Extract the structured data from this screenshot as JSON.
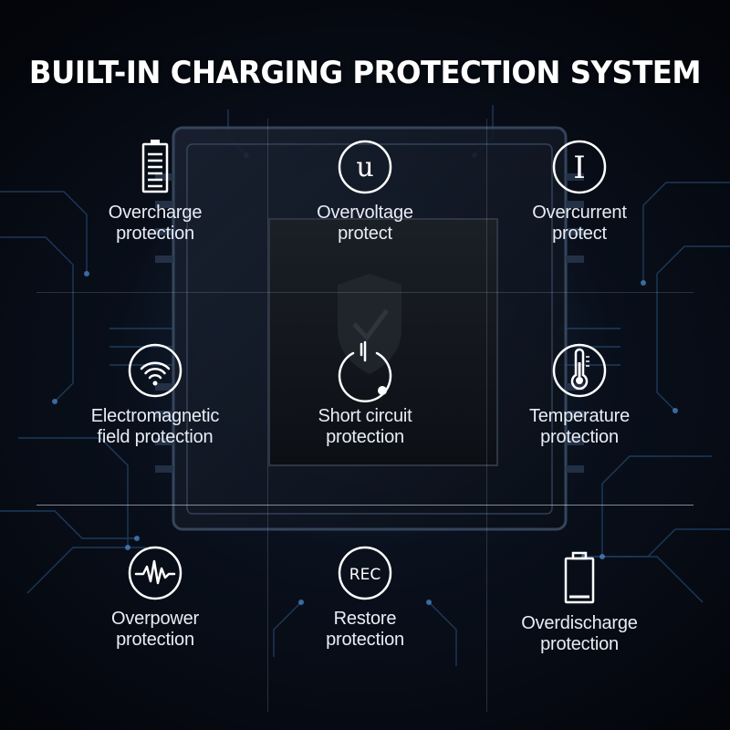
{
  "title": "BUILT-IN CHARGING PROTECTION SYSTEM",
  "colors": {
    "text": "#ffffff",
    "icon": "#ffffff",
    "background": "#070b14",
    "circuit": "#3a6fa8"
  },
  "features": [
    {
      "icon": "battery-full-icon",
      "label": "Overcharge\nprotection"
    },
    {
      "icon": "voltage-u-icon",
      "label": "Overvoltage\nprotect",
      "symbol": "u"
    },
    {
      "icon": "current-i-icon",
      "label": "Overcurrent\nprotect",
      "symbol": "I"
    },
    {
      "icon": "wifi-signal-icon",
      "label": "Electromagnetic\nfield protection"
    },
    {
      "icon": "power-icon",
      "label": "Short circuit\nprotection"
    },
    {
      "icon": "thermometer-icon",
      "label": "Temperature\nprotection"
    },
    {
      "icon": "pulse-wave-icon",
      "label": "Overpower\nprotection"
    },
    {
      "icon": "rec-icon",
      "label": "Restore\nprotection",
      "symbol": "REC"
    },
    {
      "icon": "battery-low-icon",
      "label": "Overdischarge\nprotection"
    }
  ]
}
